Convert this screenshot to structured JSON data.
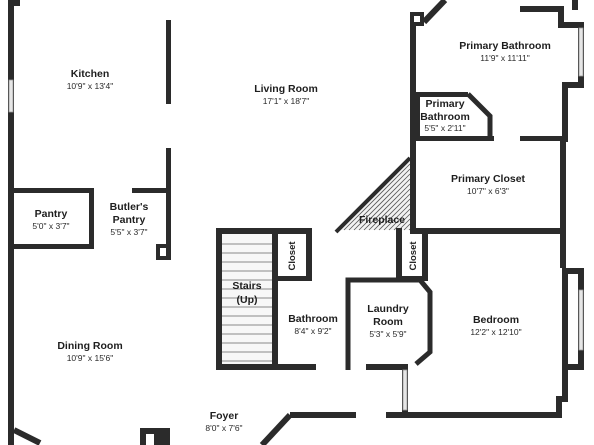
{
  "rooms": [
    {
      "id": "kitchen",
      "name": "Kitchen",
      "dims": "10'9\" x 13'4\""
    },
    {
      "id": "living",
      "name": "Living Room",
      "dims": "17'1\" x 18'7\""
    },
    {
      "id": "primary-bath",
      "name": "Primary Bathroom",
      "dims": "11'9\" x 11'11\""
    },
    {
      "id": "primary-bath-small",
      "name_lines": [
        "Primary",
        "Bathroom"
      ],
      "dims": "5'5\" x 2'11\""
    },
    {
      "id": "primary-closet",
      "name": "Primary Closet",
      "dims": "10'7\" x 6'3\""
    },
    {
      "id": "pantry",
      "name": "Pantry",
      "dims": "5'0\" x 3'7\""
    },
    {
      "id": "butlers-pantry",
      "name_lines": [
        "Butler's",
        "Pantry"
      ],
      "dims": "5'5\" x 3'7\""
    },
    {
      "id": "fireplace",
      "name": "Fireplace"
    },
    {
      "id": "stairs",
      "name_lines": [
        "Stairs",
        "(Up)"
      ]
    },
    {
      "id": "closet-left",
      "name": "Closet"
    },
    {
      "id": "closet-right",
      "name": "Closet"
    },
    {
      "id": "bathroom",
      "name": "Bathroom",
      "dims": "8'4\" x 9'2\""
    },
    {
      "id": "laundry",
      "name_lines": [
        "Laundry",
        "Room"
      ],
      "dims": "5'3\" x 5'9\""
    },
    {
      "id": "bedroom",
      "name": "Bedroom",
      "dims": "12'2\" x 12'10\""
    },
    {
      "id": "dining",
      "name": "Dining Room",
      "dims": "10'9\" x 15'6\""
    },
    {
      "id": "foyer",
      "name": "Foyer",
      "dims": "8'0\" x 7'6\""
    }
  ],
  "colors": {
    "wall": "#2b2b2b",
    "background": "#ffffff",
    "text": "#1e1e1e"
  }
}
